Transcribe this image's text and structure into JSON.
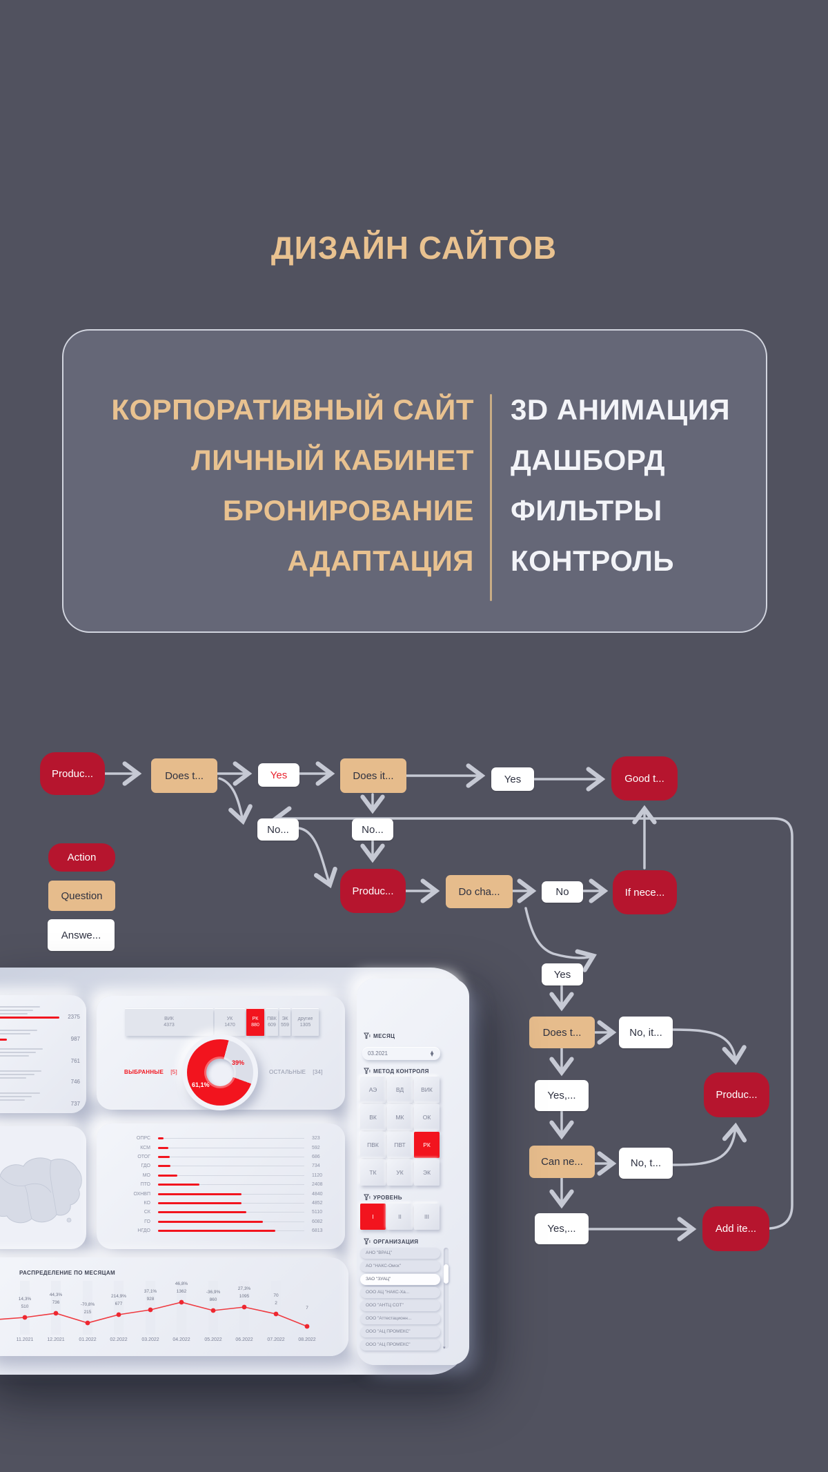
{
  "page": {
    "title": "ДИЗАЙН САЙТОВ",
    "background": "#51525f",
    "accent_tan": "#e9c290",
    "flow_red": "#b6152e",
    "dash_red": "#f2141e"
  },
  "info_panel": {
    "left_items": [
      "КОРПОРАТИВНЫЙ САЙТ",
      "ЛИЧНЫЙ КАБИНЕТ",
      "БРОНИРОВАНИЕ",
      "АДАПТАЦИЯ"
    ],
    "right_items": [
      "3D АНИМАЦИЯ",
      "ДАШБОРД",
      "ФИЛЬТРЫ",
      "КОНТРОЛЬ"
    ]
  },
  "legend": {
    "action": "Action",
    "question": "Question",
    "answer": "Answe..."
  },
  "flowchart": {
    "nodes": {
      "produc1": "Produc...",
      "does_t1": "Does t...",
      "yes1": "Yes",
      "does_it": "Does it...",
      "yes2": "Yes",
      "good_t": "Good t...",
      "no1": "No...",
      "no2": "No...",
      "produc2": "Produc...",
      "do_cha": "Do cha...",
      "no3": "No",
      "if_nece": "If nece...",
      "yes3": "Yes",
      "does_t2": "Does t...",
      "no_it": "No, it...",
      "yes4": "Yes,...",
      "produc3": "Produc...",
      "can_ne": "Can ne...",
      "no_t": "No, t...",
      "yes5": "Yes,...",
      "add_ite": "Add ite..."
    }
  },
  "dashboard": {
    "top_list": {
      "values": [
        "2375",
        "987",
        "761",
        "746",
        "737"
      ]
    },
    "summary": {
      "segments": [
        {
          "label": "ВИК",
          "value": "4373"
        },
        {
          "label": "УК",
          "value": "1470"
        },
        {
          "label": "РК",
          "value": "880"
        },
        {
          "label": "ПВК",
          "value": "609"
        },
        {
          "label": "ЭК",
          "value": "559"
        },
        {
          "label": "другие",
          "value": "1305"
        }
      ],
      "selected_segment": "РК",
      "selected_label": "ВЫБРАННЫЕ",
      "selected_count": "[5]",
      "selected_pct": "61,1%",
      "rest_label": "ОСТАЛЬНЫЕ",
      "rest_count": "[34]",
      "rest_pct": "39%"
    },
    "categories": {
      "rows": [
        {
          "label": "ОПРС",
          "value": "323"
        },
        {
          "label": "КСМ",
          "value": "592"
        },
        {
          "label": "ОТОГ",
          "value": "686"
        },
        {
          "label": "ГДО",
          "value": "734"
        },
        {
          "label": "МО",
          "value": "1120"
        },
        {
          "label": "ПТО",
          "value": "2408"
        },
        {
          "label": "ОХНВП",
          "value": "4840"
        },
        {
          "label": "КО",
          "value": "4852"
        },
        {
          "label": "СК",
          "value": "5110"
        },
        {
          "label": "ГО",
          "value": "6082"
        },
        {
          "label": "НГДО",
          "value": "6813"
        }
      ]
    },
    "months": {
      "title": "РАСПРЕДЕЛЕНИЕ ПО МЕСЯЦАМ",
      "points": [
        {
          "month": "11.2021",
          "pct": "14,3%",
          "value": "510"
        },
        {
          "month": "12.2021",
          "pct": "44,3%",
          "value": "736"
        },
        {
          "month": "01.2022",
          "pct": "-70,8%",
          "value": "215"
        },
        {
          "month": "02.2022",
          "pct": "214,9%",
          "value": "677"
        },
        {
          "month": "03.2022",
          "pct": "37,1%",
          "value": "928"
        },
        {
          "month": "04.2022",
          "pct": "46,8%",
          "value": "1362"
        },
        {
          "month": "05.2022",
          "pct": "-36,9%",
          "value": "860"
        },
        {
          "month": "06.2022",
          "pct": "27,3%",
          "value": "1095"
        },
        {
          "month": "07.2022",
          "pct": "70",
          "value": "2"
        },
        {
          "month": "08.2022",
          "pct": "",
          "value": "7"
        }
      ]
    },
    "filters": {
      "month_label": "МЕСЯЦ",
      "month_value": "03.2021",
      "method_label": "МЕТОД КОНТРОЛЯ",
      "methods": [
        "АЭ",
        "ВД",
        "ВИК",
        "ВК",
        "МК",
        "ОК",
        "ПВК",
        "ПВТ",
        "РК",
        "ТК",
        "УК",
        "ЭК"
      ],
      "selected_method": "РК",
      "level_label": "УРОВЕНЬ",
      "levels": [
        "I",
        "II",
        "III"
      ],
      "selected_level": "I",
      "org_label": "ОРГАНИЗАЦИЯ",
      "orgs": [
        "АНО \"ВРАЦ\"",
        "АО \"НАКС-Омск\"",
        "ЗАО \"ЗУАЦ\"",
        "ООО АЦ \"НАКС-Ха...",
        "ООО \"АНТЦ СОТ\"",
        "ООО \"Аттестационн...",
        "ООО \"АЦ ПРОМЕКС\"",
        "ООО \"АЦ ПРОМЕКС\""
      ],
      "selected_org": "ЗАО \"ЗУАЦ\""
    }
  },
  "chart_data": [
    {
      "type": "pie",
      "title": "ВЫБРАННЫЕ vs ОСТАЛЬНЫЕ",
      "labels": [
        "ВЫБРАННЫЕ [5]",
        "ОСТАЛЬНЫЕ [34]"
      ],
      "values": [
        61.1,
        39
      ],
      "colors": [
        "#f2141e",
        "#dcdfe9"
      ]
    },
    {
      "type": "bar",
      "title": "Методы контроля — итоги",
      "categories": [
        "ВИК",
        "УК",
        "РК",
        "ПВК",
        "ЭК",
        "другие"
      ],
      "values": [
        4373,
        1470,
        880,
        609,
        559,
        1305
      ],
      "highlight": "РК"
    },
    {
      "type": "bar",
      "orientation": "horizontal",
      "title": "Категории",
      "categories": [
        "ОПРС",
        "КСМ",
        "ОТОГ",
        "ГДО",
        "МО",
        "ПТО",
        "ОХНВП",
        "КО",
        "СК",
        "ГО",
        "НГДО"
      ],
      "values": [
        323,
        592,
        686,
        734,
        1120,
        2408,
        4840,
        4852,
        5110,
        6082,
        6813
      ],
      "xlim": [
        0,
        6813
      ]
    },
    {
      "type": "line",
      "title": "РАСПРЕДЕЛЕНИЕ ПО МЕСЯЦАМ",
      "x": [
        "11.2021",
        "12.2021",
        "01.2022",
        "02.2022",
        "03.2022",
        "04.2022",
        "05.2022",
        "06.2022",
        "07.2022",
        "08.2022"
      ],
      "values": [
        510,
        736,
        215,
        677,
        928,
        1362,
        860,
        1095,
        2,
        7
      ],
      "pct_labels": [
        "14,3%",
        "44,3%",
        "-70,8%",
        "214,9%",
        "37,1%",
        "46,8%",
        "-36,9%",
        "27,3%",
        "70",
        ""
      ],
      "legend_position": "none",
      "grid": true
    },
    {
      "type": "bar",
      "orientation": "horizontal",
      "title": "Топ список",
      "values": [
        2375,
        987,
        761,
        746,
        737
      ]
    }
  ]
}
